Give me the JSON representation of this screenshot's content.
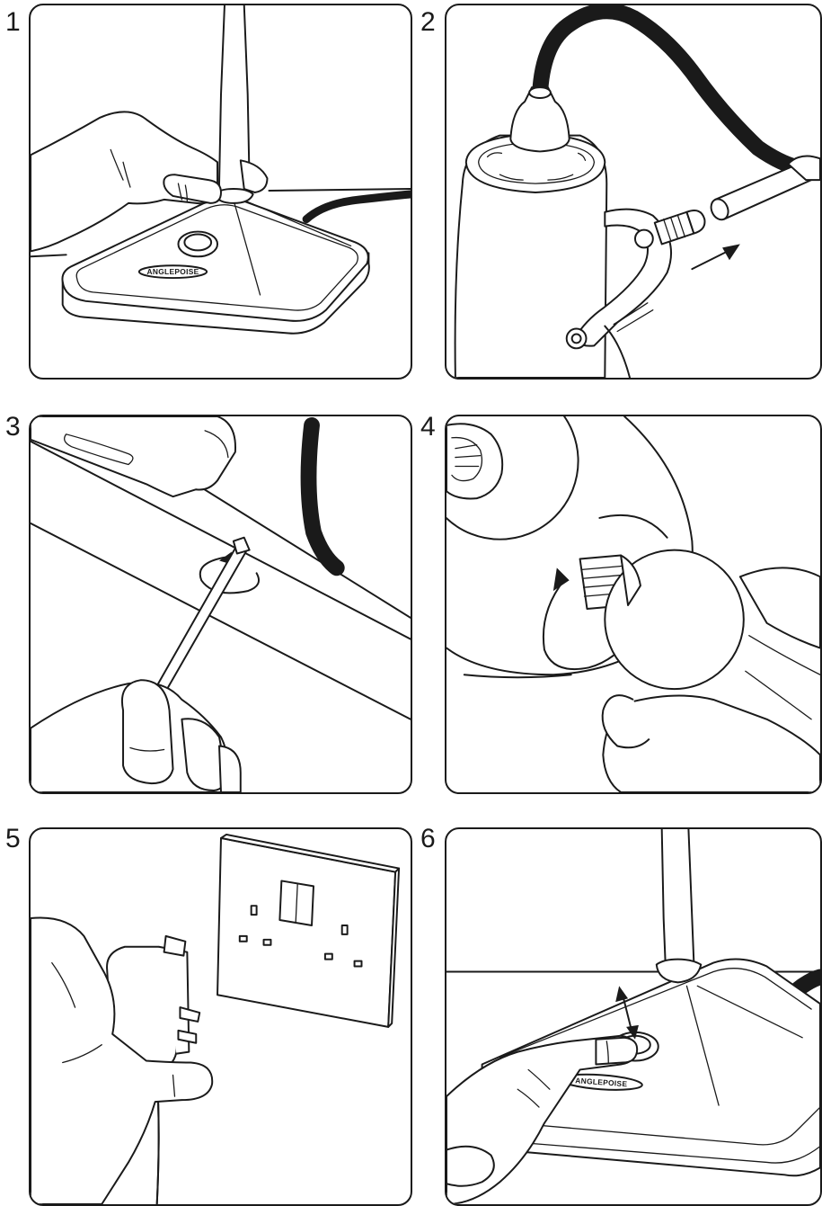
{
  "steps": [
    {
      "number": "1",
      "brand_text": "ANGLEPOISE"
    },
    {
      "number": "2"
    },
    {
      "number": "3"
    },
    {
      "number": "4"
    },
    {
      "number": "5"
    },
    {
      "number": "6",
      "brand_text": "ANGLEPOISE"
    }
  ],
  "colors": {
    "line": "#1a1a1a",
    "background": "#ffffff"
  },
  "icons": [
    "hand-icon",
    "lamp-base-icon",
    "lamp-head-icon",
    "arrow-icon",
    "rotation-arrow-icon",
    "hex-key-icon",
    "bulb-icon",
    "plug-icon",
    "wall-socket-icon",
    "switch-press-arrow-icon"
  ]
}
